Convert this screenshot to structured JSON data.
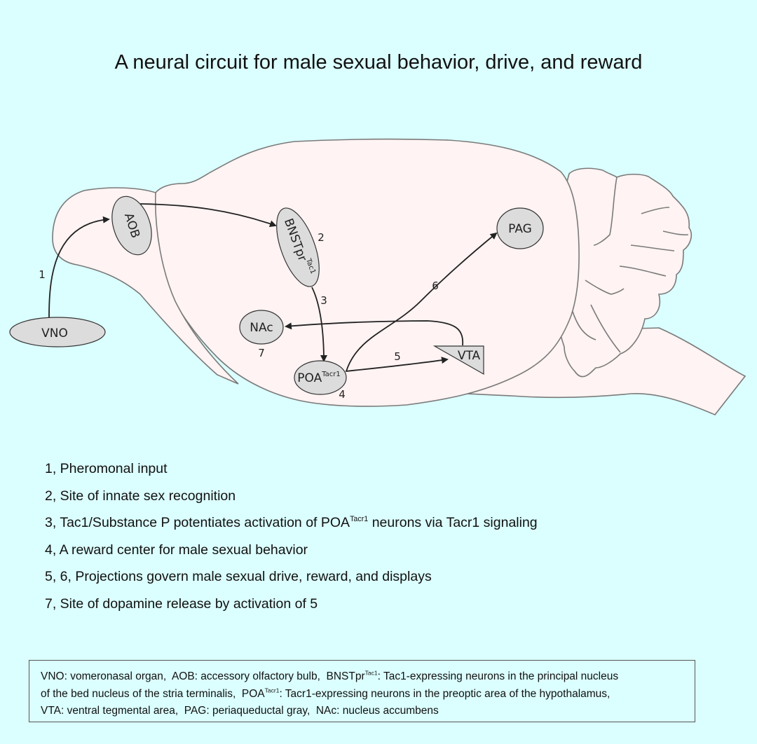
{
  "title": "A neural circuit for male sexual behavior, drive, and reward",
  "colors": {
    "background": "#dbfefe",
    "brain_fill": "#fff3f3",
    "brain_stroke": "#7a7a7a",
    "node_fill": "#dcdcdc",
    "arrow": "#222222"
  },
  "nodes": {
    "vno": {
      "label": "VNO"
    },
    "aob": {
      "label": "AOB"
    },
    "bnst": {
      "label": "BNSTpr",
      "sup": "Tac1"
    },
    "nac": {
      "label": "NAc"
    },
    "poa": {
      "label": "POA",
      "sup": "Tacr1"
    },
    "vta": {
      "label": "VTA"
    },
    "pag": {
      "label": "PAG"
    }
  },
  "pathway_numbers": {
    "n1": "1",
    "n2": "2",
    "n3": "3",
    "n4": "4",
    "n5": "5",
    "n6": "6",
    "n7": "7"
  },
  "legend": [
    {
      "text": "1, Pheromonal input"
    },
    {
      "text": "2, Site of innate sex recognition"
    },
    {
      "pre": "3, Tac1/Substance P potentiates activation of POA",
      "sup": "Tacr1",
      "post": " neurons via Tacr1 signaling"
    },
    {
      "text": "4, A reward center for male sexual behavior"
    },
    {
      "text": "5, 6, Projections govern male sexual drive, reward, and displays"
    },
    {
      "text": "7, Site of dopamine release by activation of 5"
    }
  ],
  "abbreviations": {
    "line1_a": "VNO: vomeronasal organ,  AOB: accessory olfactory bulb,  BNSTpr",
    "line1_sup": "Tac1",
    "line1_b": ": Tac1-expressing neurons in the principal nucleus",
    "line2_a": "of the bed nucleus of the stria terminalis,  POA",
    "line2_sup": "Tacr1",
    "line2_b": ": Tacr1-expressing neurons in the preoptic area of the hypothalamus,",
    "line3": "VTA: ventral tegmental area,  PAG: periaqueductal gray,  NAc: nucleus accumbens"
  }
}
